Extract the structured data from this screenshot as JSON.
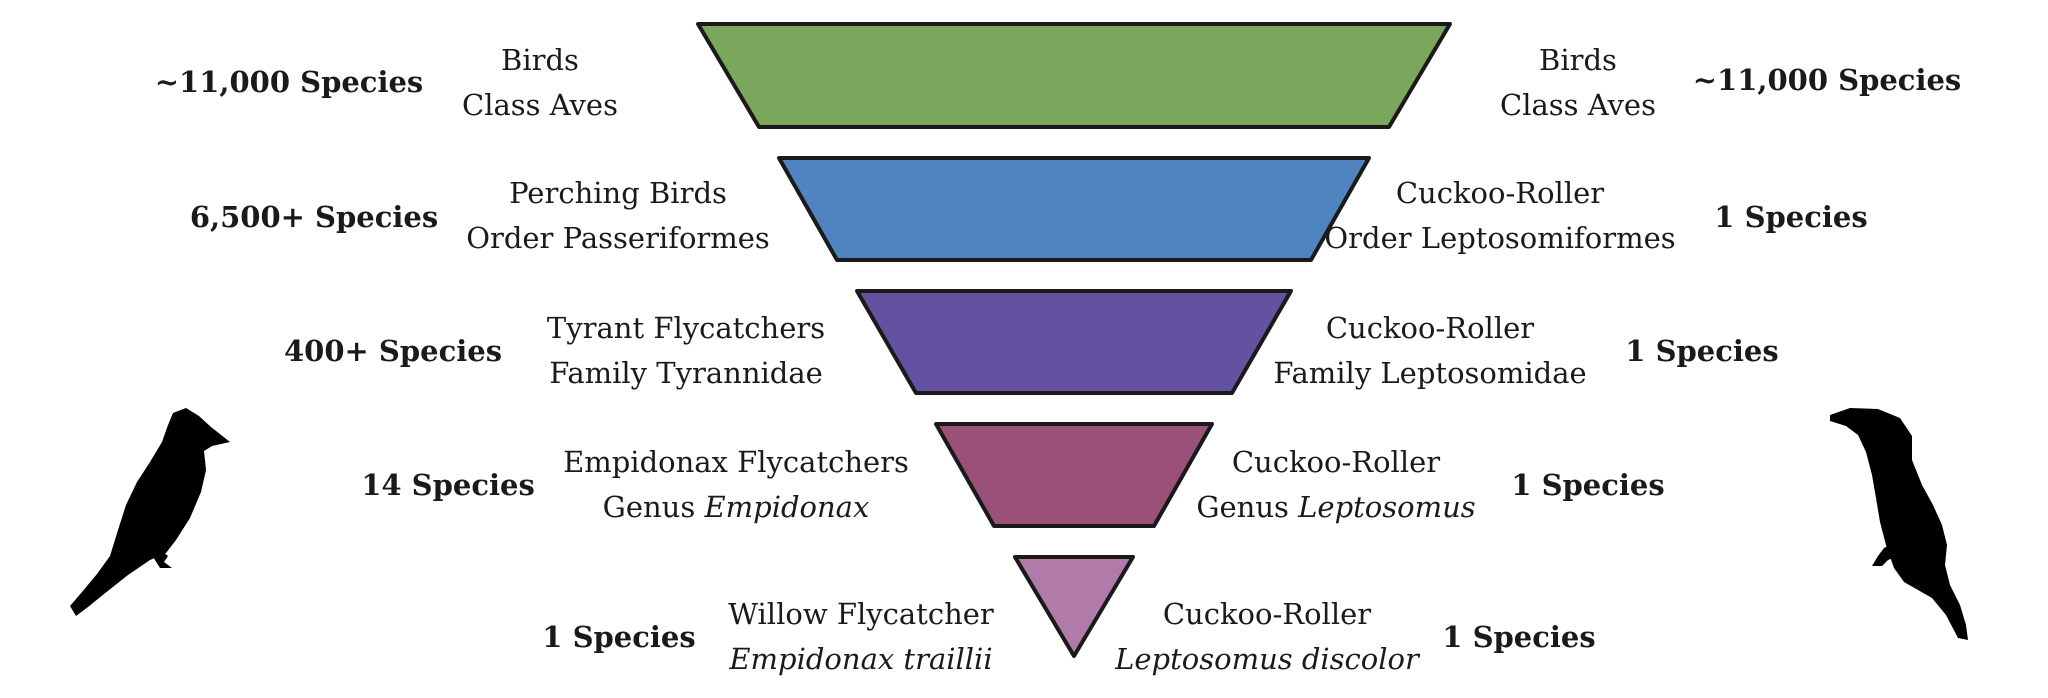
{
  "colors": {
    "level_birds": "#7aa75b",
    "level_order": "#4f84c0",
    "level_family": "#6452a0",
    "level_genus": "#9a5078",
    "level_species": "#b07aa9",
    "outline": "#1a1a1a",
    "silhouette": "#000000"
  },
  "icons": {
    "left_bird": "flycatcher-silhouette-icon",
    "right_bird": "cuckoo-roller-silhouette-icon"
  },
  "levels": [
    {
      "key": "birds",
      "left": {
        "count": "~11,000 Species",
        "line1": "Birds",
        "line2_plain": "Class Aves",
        "line2_italic": ""
      },
      "right": {
        "count": "~11,000 Species",
        "line1": "Birds",
        "line2_plain": "Class Aves",
        "line2_italic": ""
      }
    },
    {
      "key": "order",
      "left": {
        "count": "6,500+ Species",
        "line1": "Perching Birds",
        "line2_plain": "Order Passeriformes",
        "line2_italic": ""
      },
      "right": {
        "count": "1 Species",
        "line1": "Cuckoo-Roller",
        "line2_plain": "Order Leptosomiformes",
        "line2_italic": ""
      }
    },
    {
      "key": "family",
      "left": {
        "count": "400+ Species",
        "line1": "Tyrant Flycatchers",
        "line2_plain": "Family Tyrannidae",
        "line2_italic": ""
      },
      "right": {
        "count": "1 Species",
        "line1": "Cuckoo-Roller",
        "line2_plain": "Family Leptosomidae",
        "line2_italic": ""
      }
    },
    {
      "key": "genus",
      "left": {
        "count": "14 Species",
        "line1": "Empidonax Flycatchers",
        "line2_plain": "Genus ",
        "line2_italic": "Empidonax"
      },
      "right": {
        "count": "1 Species",
        "line1": "Cuckoo-Roller",
        "line2_plain": "Genus ",
        "line2_italic": "Leptosomus"
      }
    },
    {
      "key": "species",
      "left": {
        "count": "1 Species",
        "line1": "Willow Flycatcher",
        "line2_plain": "",
        "line2_italic": "Empidonax traillii"
      },
      "right": {
        "count": "1 Species",
        "line1": "Cuckoo-Roller",
        "line2_plain": "",
        "line2_italic": "Leptosomus discolor"
      }
    }
  ]
}
